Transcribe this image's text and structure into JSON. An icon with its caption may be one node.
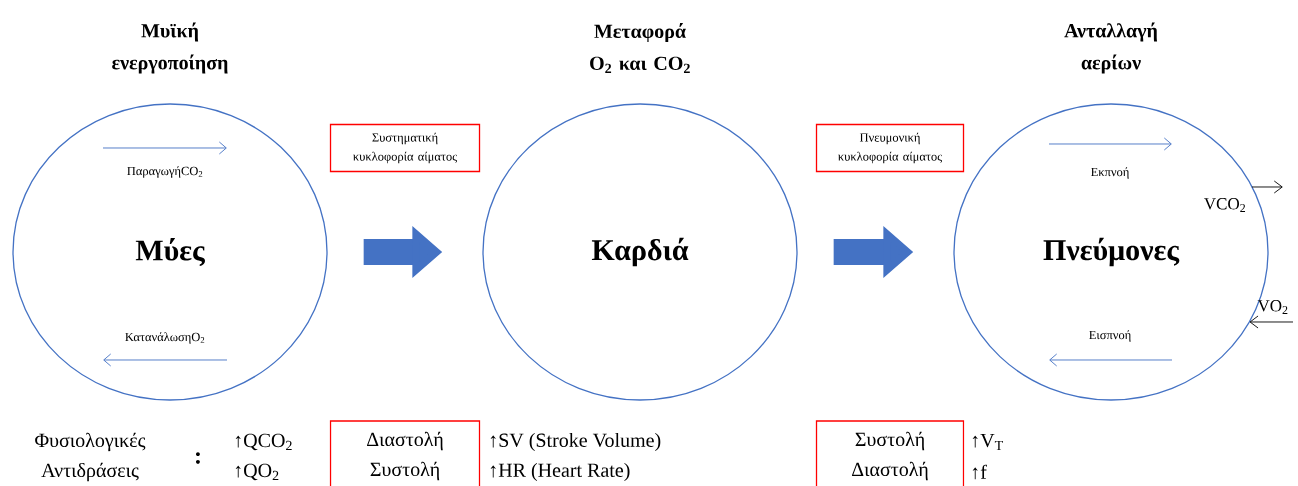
{
  "diagram": {
    "nodes": [
      {
        "text": [
          "Μυϊκή ενεργοποίηση",
          "Μύες"
        ]
      },
      {
        "text": [
          "Μεταφορά O$_{2}$ και CO$_{2}$",
          "Καρδιά"
        ]
      },
      {
        "text": [
          "Ανταλλαγή αερίων",
          "Πνεύμονες"
        ]
      },
      {
        "text": [
          "Συστηματική κυκλοφορία αίματος"
        ]
      },
      {
        "text": [
          "Πνευμονική κυκλοφορία αίματος"
        ]
      },
      {
        "text": [
          "Διαστολή",
          "Συστολή"
        ]
      },
      {
        "text": [
          "Συστολή",
          "Διαστολή"
        ]
      }
    ],
    "edges": [
      {
        "from": 0,
        "to": 1,
        "arrow": "to",
        "style": "thick",
        "color": "#4472c4"
      },
      {
        "from": 1,
        "to": 2,
        "arrow": "to",
        "style": "thick",
        "color": "#4472c4"
      },
      {
        "from": 2,
        "to": null,
        "arrow": "to",
        "label": "VCO$_{2}$",
        "color": "#000000"
      },
      {
        "from": null,
        "to": 2,
        "arrow": "to",
        "label": "VO$_{2}$",
        "color": "#000000"
      }
    ],
    "labels": [
      "ΠαραγωγήCO$_{2}$",
      "ΚατανάλωσηO$_{2}$",
      "Εκπνοή",
      "Εισπνοή",
      "Φυσιολογικές Αντιδράσεις",
      ":",
      "↑QCO$_{2}$",
      "↑QO$_{2}$",
      "↑SV (Stroke Volume)",
      "↑HR (Heart Rate)",
      "↑V$_{T}$",
      "↑f"
    ]
  }
}
